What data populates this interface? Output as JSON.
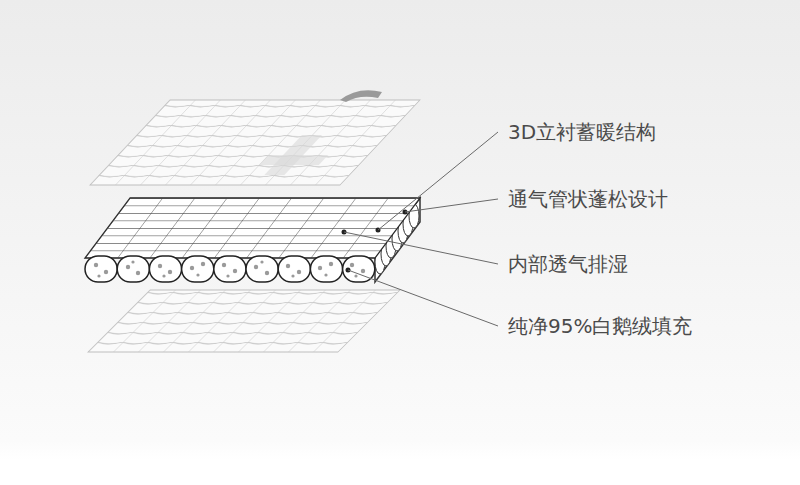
{
  "diagram": {
    "labels": [
      "3D立衬蓄暖结构",
      "通气管状蓬松设计",
      "内部透气排湿",
      "纯净95%白鹅绒填充"
    ]
  }
}
